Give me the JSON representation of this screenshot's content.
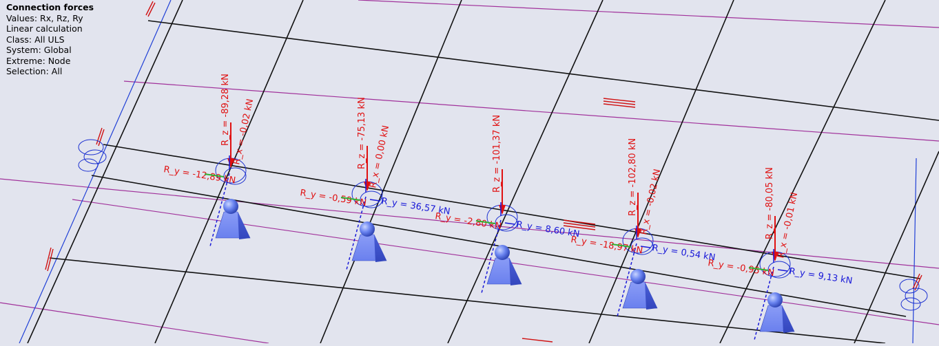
{
  "info": {
    "title": "Connection forces",
    "values": "Values: Rx, Rz, Ry",
    "calculation": "Linear calculation",
    "class": "Class: All ULS",
    "system": "System: Global",
    "extreme": "Extreme: Node",
    "selection": "Selection: All"
  },
  "supports": [
    {
      "rz": "R_z = -89,28 kN",
      "rx": "R_x = -0,02 kN",
      "ry": "R_y = -12,89 kN",
      "ry_local": ""
    },
    {
      "rz": "R_z = -75,13 kN",
      "rx": "R_x = 0,00 kN",
      "ry": "R_y = -0,59 kN",
      "ry_local": "R_y = 36,57 kN"
    },
    {
      "rz": "R_z = -101,37 kN",
      "rx": "",
      "ry": "R_y = -2,80 kN",
      "ry_local": "R_y = 8,60 kN"
    },
    {
      "rz": "R_z = -102,80 kN",
      "rx": "R_x = -0,02 kN",
      "ry": "R_y = -18,97 kN",
      "ry_local": "R_y = 0,54 kN"
    },
    {
      "rz": "R_z = -80,05 kN",
      "rx": "R_x = -0,01 kN",
      "ry": "R_y = -0,95 kN",
      "ry_local": "R_y = 9,13 kN"
    }
  ],
  "colors": {
    "background": "#e2e4ee",
    "grid": "#000000",
    "purple_lines": "#a0309a",
    "force_red": "#e01010",
    "force_blue": "#1818d8",
    "support": "#5a74e8"
  }
}
